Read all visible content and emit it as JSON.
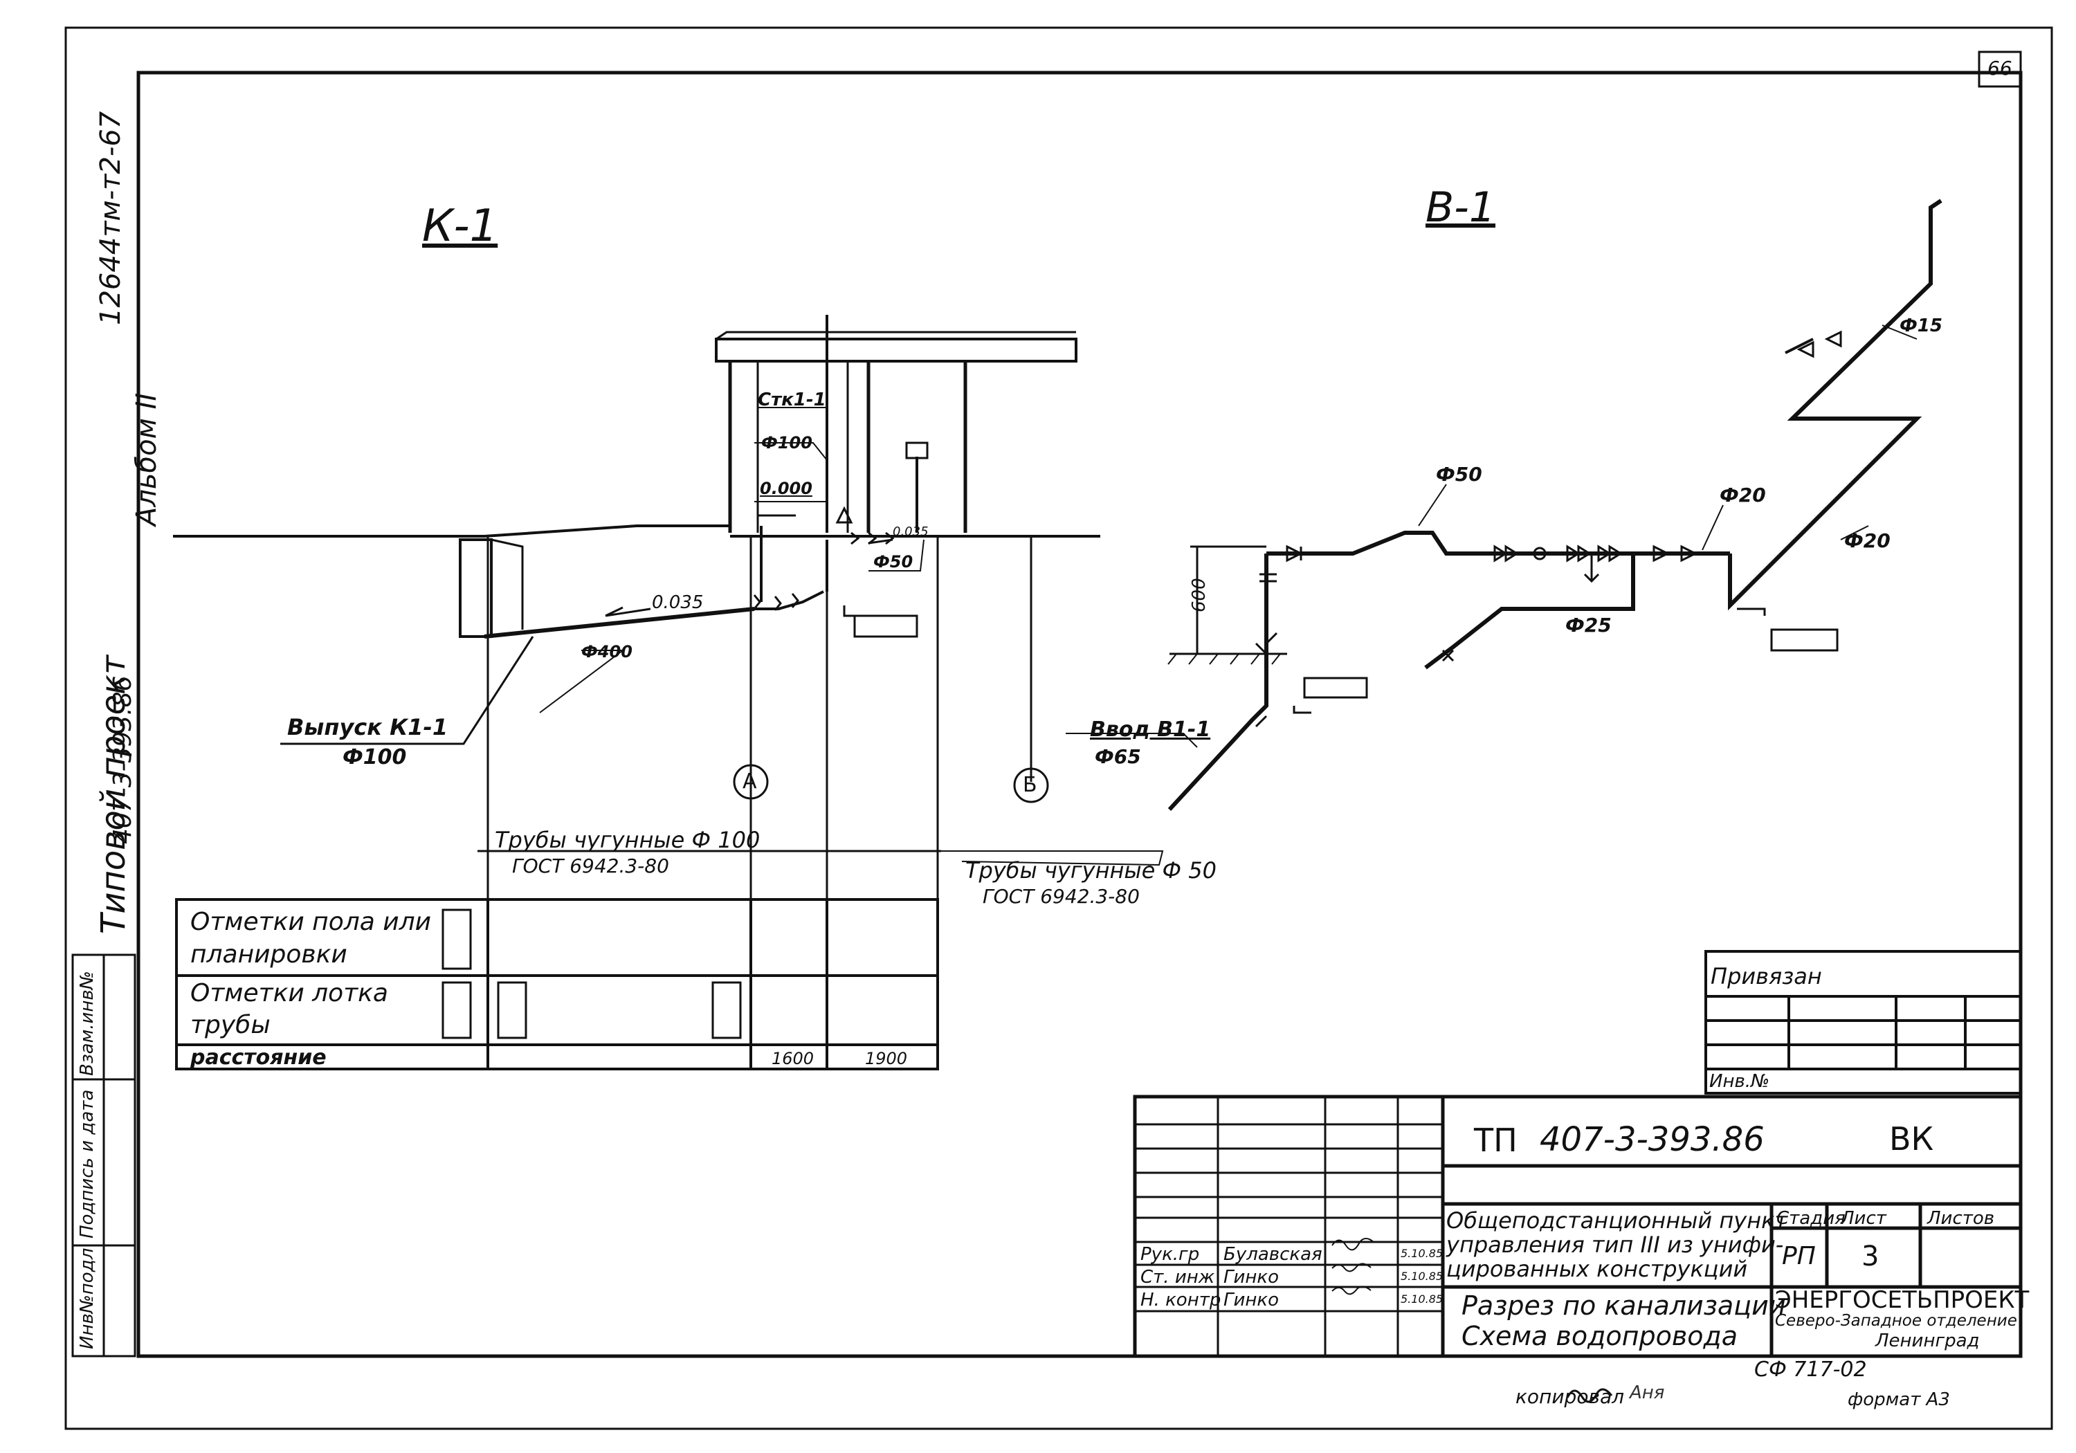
{
  "sheet": {
    "page_number": "66",
    "project_code": "12644тм-т2-67",
    "project_title": "Типовой проект",
    "project_number": "407-3-393.86",
    "album": "Альбом II",
    "copied_by": "копировал",
    "copier_signature": "Аня",
    "format": "формат А3",
    "stamp_code": "СФ 717-02"
  },
  "left_strip": {
    "row1": "Инв№подл",
    "row2": "Подпись и дата",
    "row3": "Взам.инв№"
  },
  "section_k1": {
    "title": "К-1",
    "riser_label": "Стк1-1",
    "riser_diameter": "Ф100",
    "floor_level": "0.000",
    "slope_main": "0.035",
    "slope_branch": "0.035",
    "branch_diameter": "Ф50",
    "pipe_diameter": "Ф400",
    "outlet_label": "Выпуск К1-1",
    "outlet_diameter": "Ф100",
    "axis_a": "А",
    "axis_b": "Б",
    "pipes_100_label": "Трубы чугунные Ф 100",
    "pipes_100_gost": "ГОСТ 6942.3-80",
    "pipes_50_label": "Трубы чугунные Ф 50",
    "pipes_50_gost": "ГОСТ 6942.3-80"
  },
  "profile_table": {
    "row1_label_a": "Отметки пола или",
    "row1_label_b": "планировки",
    "row2_label_a": "Отметки лотка",
    "row2_label_b": "трубы",
    "row3_label": "расстояние",
    "distance_1": "1600",
    "distance_2": "1900"
  },
  "section_b1": {
    "title": "В-1",
    "depth_dim": "600",
    "inlet_label": "Ввод В1-1",
    "inlet_diameter": "Ф65",
    "d50": "Ф50",
    "d25": "Ф25",
    "d20_a": "Ф20",
    "d20_b": "Ф20",
    "d15": "Ф15"
  },
  "binding_box": {
    "title": "Привязан",
    "inv_label": "Инв.№"
  },
  "title_block": {
    "doc_prefix": "ТП",
    "doc_number": "407-3-393.86",
    "doc_mark": "ВК",
    "object_line1": "Общеподстанционный пункт",
    "object_line2": "управления тип III из унифи-",
    "object_line3": "цированных конструкций",
    "drawing_line1": "Разрез по канализации",
    "drawing_line2": "Схема водопровода",
    "stage_header": "Стадия",
    "sheet_header": "Лист",
    "sheets_header": "Листов",
    "stage_value": "РП",
    "sheet_value": "3",
    "org_line1": "ЭНЕРГОСЕТЬПРОЕКТ",
    "org_line2": "Северо-Западное отделение",
    "org_line3": "Ленинград",
    "people": [
      {
        "role": "Рук.гр",
        "name": "Булавская",
        "date": "5.10.85"
      },
      {
        "role": "Ст. инж",
        "name": "Гинко",
        "date": "5.10.85"
      },
      {
        "role": "Н. контр",
        "name": "Гинко",
        "date": "5.10.85"
      }
    ]
  }
}
